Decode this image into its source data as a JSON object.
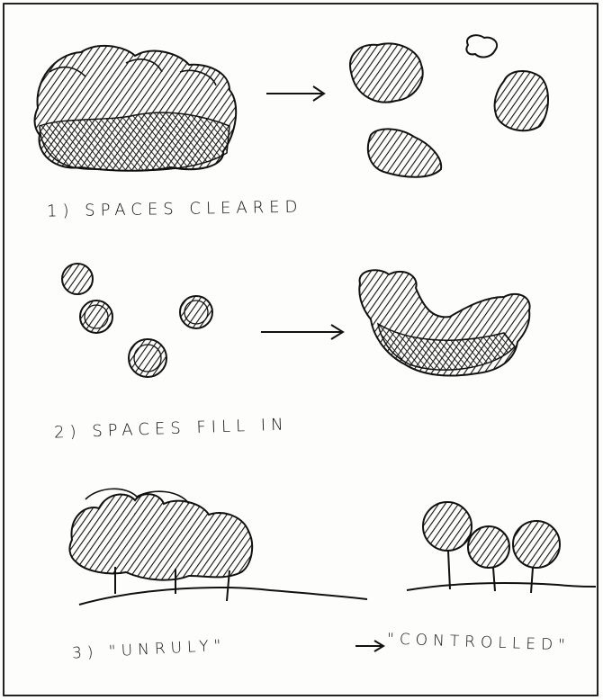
{
  "captions": {
    "step1": "1) SPACES CLEARED",
    "step2": "2) SPACES FILL IN",
    "step3": "3) \"UNRULY\"",
    "step3_result": "\"CONTROLLED\""
  },
  "drawing": {
    "ink_color": "#111111",
    "paper_color": "#fdfdfc"
  }
}
